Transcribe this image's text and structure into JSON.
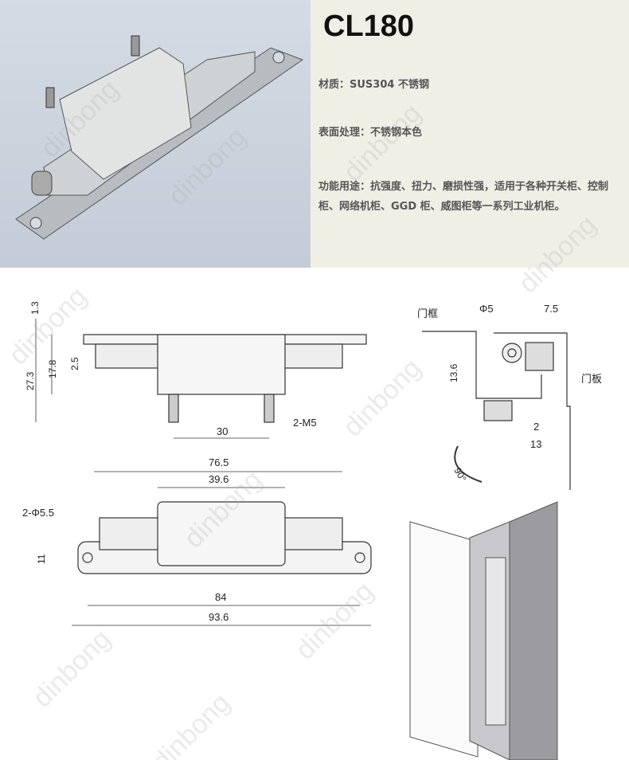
{
  "product": {
    "model": "CL180"
  },
  "specs": {
    "material": "材质：SUS304 不锈钢",
    "surface": "表面处理：不锈钢本色",
    "usage": "功能用途：抗强度、扭力、磨损性强，适用于各种开关柜、控制柜、网络机柜、GGD 柜、威图柜等一系列工业机柜。"
  },
  "side_view": {
    "dims": [
      "1.3",
      "27.3",
      "17.8",
      "2.5",
      "30",
      "2-M5"
    ]
  },
  "top_view": {
    "dims": [
      "76.5",
      "39.6",
      "2-Φ5.5",
      "11",
      "84",
      "93.6"
    ]
  },
  "section_view": {
    "labels": {
      "frame": "门框",
      "door": "门板"
    },
    "dims": [
      "Φ5",
      "7.5",
      "13.6",
      "2",
      "13"
    ],
    "rotation": "90°"
  },
  "watermark": "dinbong"
}
